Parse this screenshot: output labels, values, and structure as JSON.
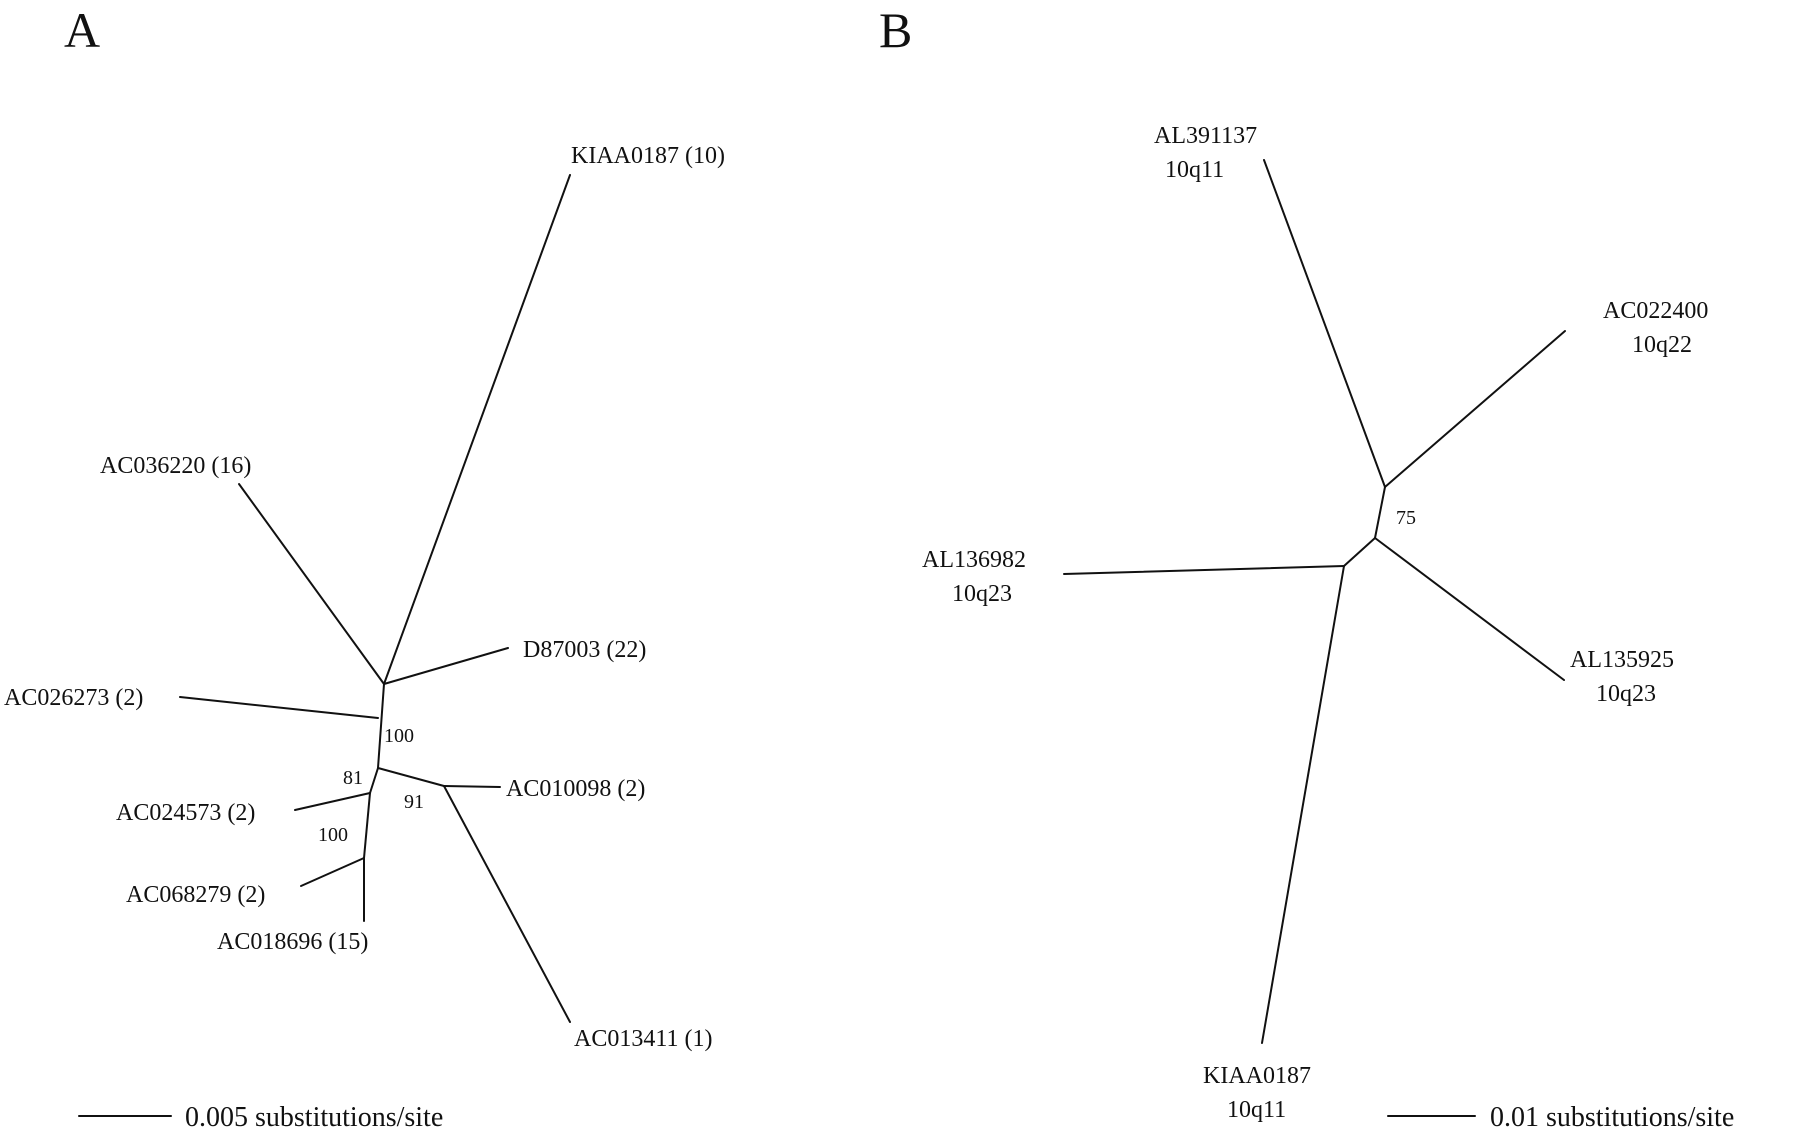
{
  "panels": [
    {
      "id": "A",
      "letter": "A",
      "scale_bar": {
        "label": "0.005 substitutions/site"
      },
      "leaves": [
        {
          "text": [
            "KIAA0187 (10)"
          ]
        },
        {
          "text": [
            "AC036220 (16)"
          ]
        },
        {
          "text": [
            "D87003 (22)"
          ]
        },
        {
          "text": [
            "AC026273 (2)"
          ]
        },
        {
          "text": [
            "AC010098 (2)"
          ]
        },
        {
          "text": [
            "AC024573 (2)"
          ]
        },
        {
          "text": [
            "AC068279 (2)"
          ]
        },
        {
          "text": [
            "AC018696 (15)"
          ]
        },
        {
          "text": [
            "AC013411 (1)"
          ]
        }
      ],
      "support_values": [
        "100",
        "81",
        "91",
        "100"
      ]
    },
    {
      "id": "B",
      "letter": "B",
      "scale_bar": {
        "label": "0.01 substitutions/site"
      },
      "leaves": [
        {
          "text": [
            "AL391137",
            "10q11"
          ]
        },
        {
          "text": [
            "AC022400",
            "10q22"
          ]
        },
        {
          "text": [
            "AL136982",
            "10q23"
          ]
        },
        {
          "text": [
            "AL135925",
            "10q23"
          ]
        },
        {
          "text": [
            "KIAA0187",
            "10q11"
          ]
        }
      ],
      "support_values": [
        "75"
      ]
    }
  ]
}
